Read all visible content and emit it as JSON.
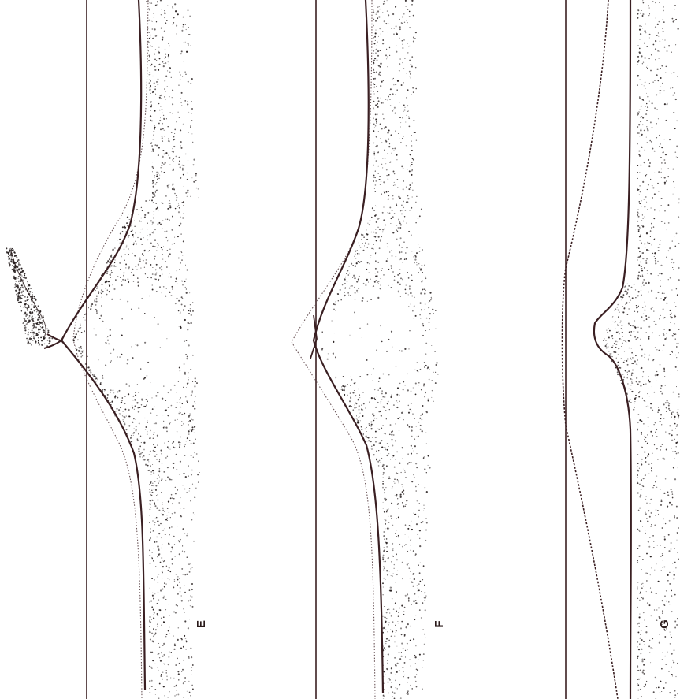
{
  "figure": {
    "panels": [
      {
        "id": "E",
        "label": "E"
      },
      {
        "id": "F",
        "label": "F"
      },
      {
        "id": "G",
        "label": "G"
      }
    ],
    "colors": {
      "background": "#ffffff",
      "line": "#3a1f22",
      "dotted_line": "#6b5558",
      "stipple": "#1e1616"
    }
  }
}
